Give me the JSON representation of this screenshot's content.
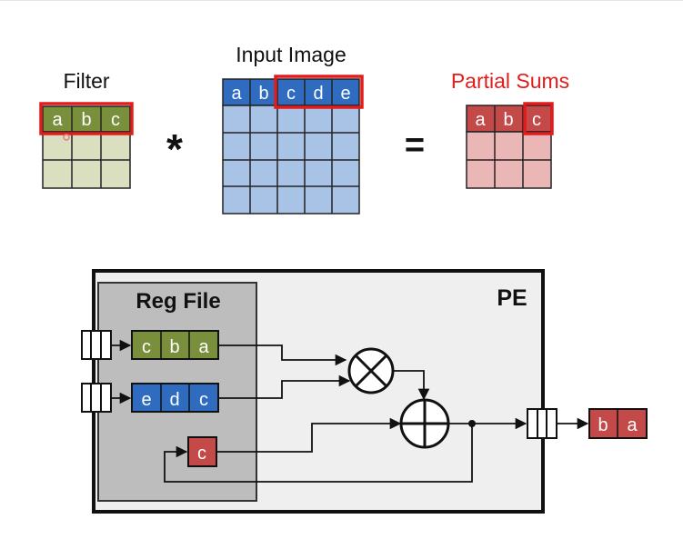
{
  "colors": {
    "filter_header": "#7a8f3c",
    "filter_cell": "#d9dfbf",
    "image_header": "#2f6cbf",
    "image_cell": "#a9c3e6",
    "psum_header": "#c44a4a",
    "psum_cell": "#eab6b6",
    "highlight": "#e21b1b",
    "pe_bg": "#efefef",
    "regfile_bg": "#bdbdbd"
  },
  "top": {
    "filter": {
      "title": "Filter",
      "row": [
        "a",
        "b",
        "c"
      ]
    },
    "operator_conv": "*",
    "image": {
      "title": "Input Image",
      "row": [
        "a",
        "b",
        "c",
        "d",
        "e"
      ]
    },
    "operator_eq": "=",
    "psums": {
      "title": "Partial Sums",
      "row": [
        "a",
        "b",
        "c"
      ]
    }
  },
  "pe": {
    "label": "PE",
    "regfile_label": "Reg File",
    "filter_reg": [
      "c",
      "b",
      "a"
    ],
    "image_reg": [
      "e",
      "d",
      "c"
    ],
    "psum_reg": "c",
    "output": [
      "b",
      "a"
    ]
  }
}
